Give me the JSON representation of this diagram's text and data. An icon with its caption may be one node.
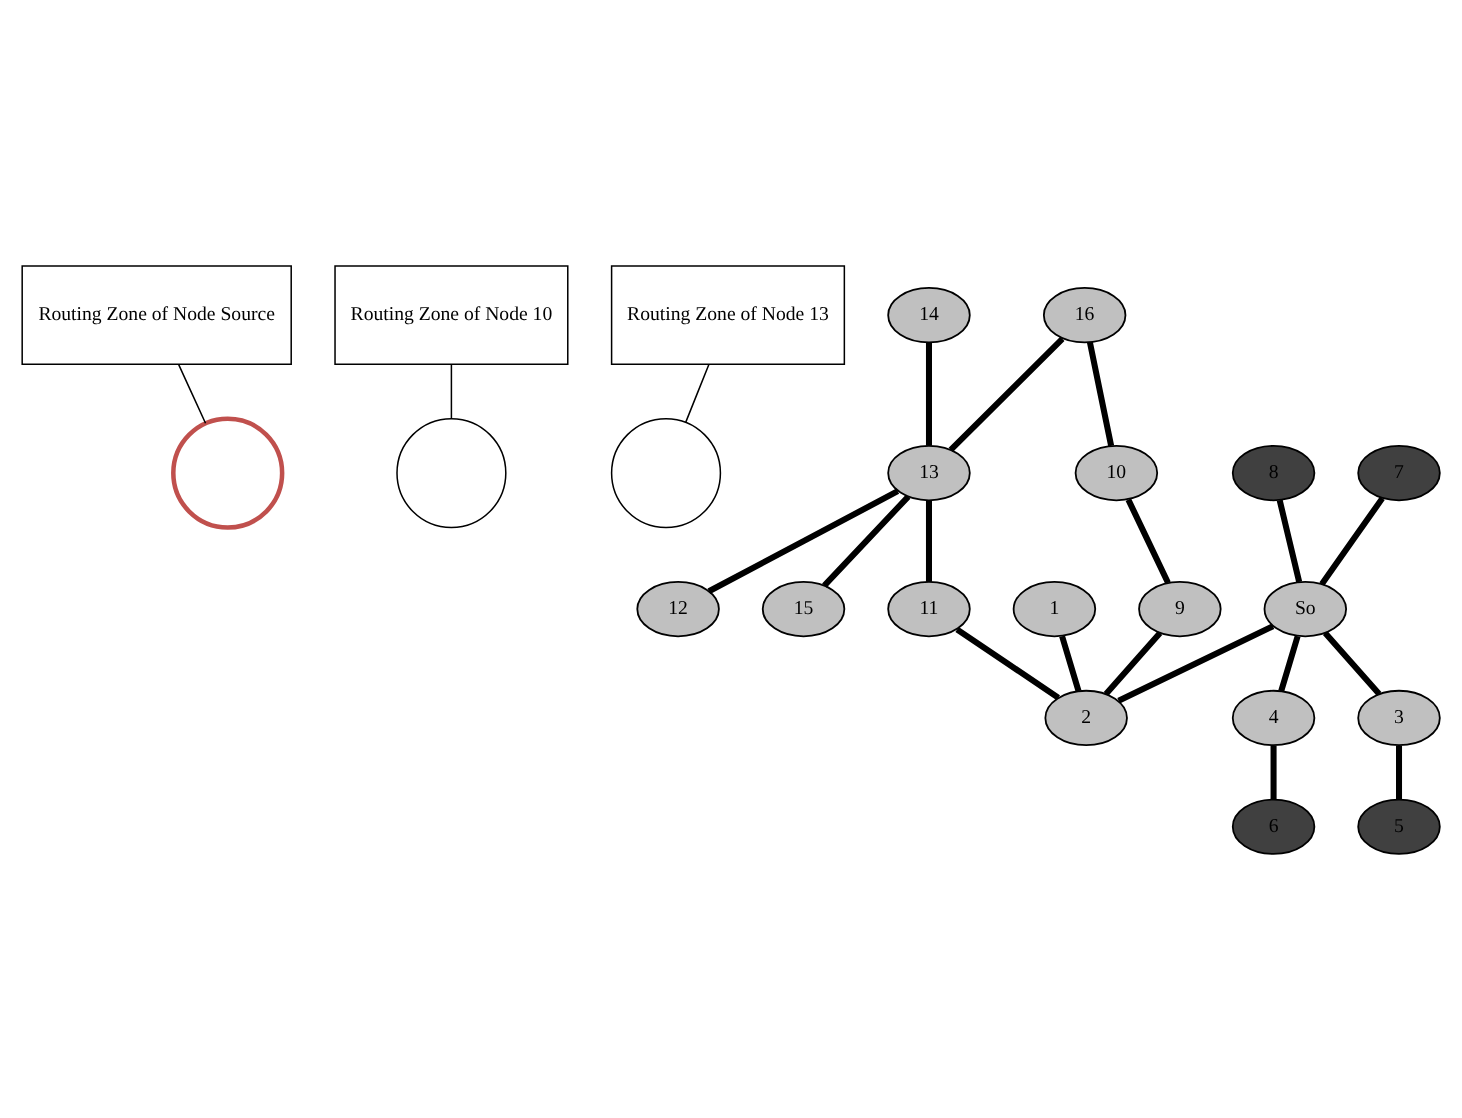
{
  "diagram": {
    "nodes": [
      {
        "text": [
          "Routing Zone of Node 13"
        ]
      },
      {
        "text": [
          "Routing Zone of Node Source"
        ]
      },
      {
        "text": [],
        "shape": "circle"
      },
      {
        "text": [
          "14"
        ]
      },
      {
        "text": [],
        "shape": "circle"
      },
      {
        "text": [
          "16"
        ]
      },
      {
        "text": [
          "13"
        ]
      },
      {
        "text": [
          "12"
        ]
      },
      {
        "text": [
          "1"
        ]
      },
      {
        "text": [
          "10"
        ]
      },
      {
        "text": [
          "9"
        ]
      },
      {
        "text": [],
        "shape": "circle"
      },
      {
        "text": [
          "8"
        ]
      },
      {
        "text": [
          "15"
        ]
      },
      {
        "text": [
          "7"
        ]
      },
      {
        "text": [
          "So"
        ]
      },
      {
        "text": [
          "11"
        ]
      },
      {
        "text": [
          "2"
        ]
      },
      {
        "text": [
          "4"
        ]
      },
      {
        "text": [
          "3"
        ]
      },
      {
        "text": [
          "6"
        ]
      },
      {
        "text": [
          "5"
        ]
      },
      {
        "text": [
          "Routing Zone of Node 10"
        ]
      }
    ],
    "edges": [
      {
        "from": 3,
        "to": 6,
        "arrow": "none"
      },
      {
        "from": 5,
        "to": 6,
        "arrow": "none"
      },
      {
        "from": 6,
        "to": 7,
        "arrow": "none"
      },
      {
        "from": 6,
        "to": 13,
        "arrow": "none"
      },
      {
        "from": 6,
        "to": 16,
        "arrow": "none"
      },
      {
        "from": 5,
        "to": 9,
        "arrow": "none"
      },
      {
        "from": 9,
        "to": 10,
        "arrow": "none"
      },
      {
        "from": 10,
        "to": 17,
        "arrow": "none"
      },
      {
        "from": 8,
        "to": 17,
        "arrow": "none"
      },
      {
        "from": 16,
        "to": 17,
        "arrow": "none"
      },
      {
        "from": 15,
        "to": 17,
        "arrow": "none"
      },
      {
        "from": 12,
        "to": 15,
        "arrow": "none"
      },
      {
        "from": 14,
        "to": 15,
        "arrow": "none"
      },
      {
        "from": 15,
        "to": 18,
        "arrow": "none"
      },
      {
        "from": 15,
        "to": 19,
        "arrow": "none"
      },
      {
        "from": 18,
        "to": 20,
        "arrow": "none"
      },
      {
        "from": 19,
        "to": 21,
        "arrow": "none"
      },
      {
        "from": 0,
        "to": 11,
        "arrow": "none"
      },
      {
        "from": 1,
        "to": 2,
        "arrow": "none"
      },
      {
        "from": 22,
        "to": 4,
        "arrow": "none"
      }
    ]
  }
}
